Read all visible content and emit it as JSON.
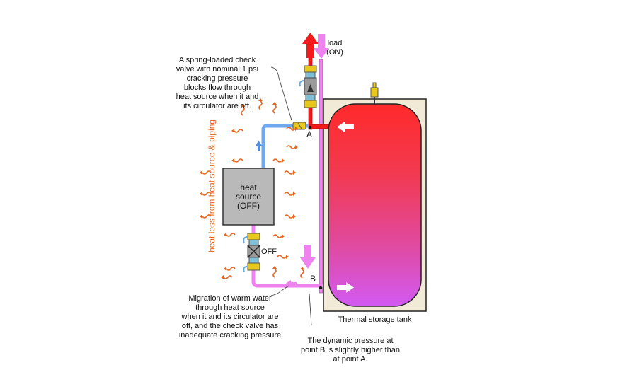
{
  "labels": {
    "load": "load",
    "load_state": "(ON)",
    "check_valve_note": [
      "A spring-loaded check",
      "valve with nominal 1 psi",
      "cracking pressure",
      "blocks flow through",
      "heat source when it and",
      "its circulator are off."
    ],
    "point_a": "A",
    "point_b": "B",
    "heat_source": [
      "heat",
      "source",
      "(OFF)"
    ],
    "valve_state": "OFF",
    "heat_loss": "heat loss from heat source & piping",
    "migration_note": [
      "Migration of warm water",
      "through heat source",
      "when it and its circulator are",
      "off, and the check valve has",
      "inadequate cracking pressure"
    ],
    "tank_caption": "Thermal storage tank",
    "pressure_note": [
      "The dynamic pressure at",
      "point B is slightly higher than",
      "at point A."
    ]
  },
  "colors": {
    "hot": "#f21a1a",
    "warm_flow": "#ee82ee",
    "cold_pipe": "#6fa8ee",
    "tank_top": "#ff2a2a",
    "tank_bottom": "#d85af0",
    "heat_loss_arrow": "#e8641c",
    "heater_fill": "#b9b9b9",
    "tank_shell": "#f0ead6"
  }
}
